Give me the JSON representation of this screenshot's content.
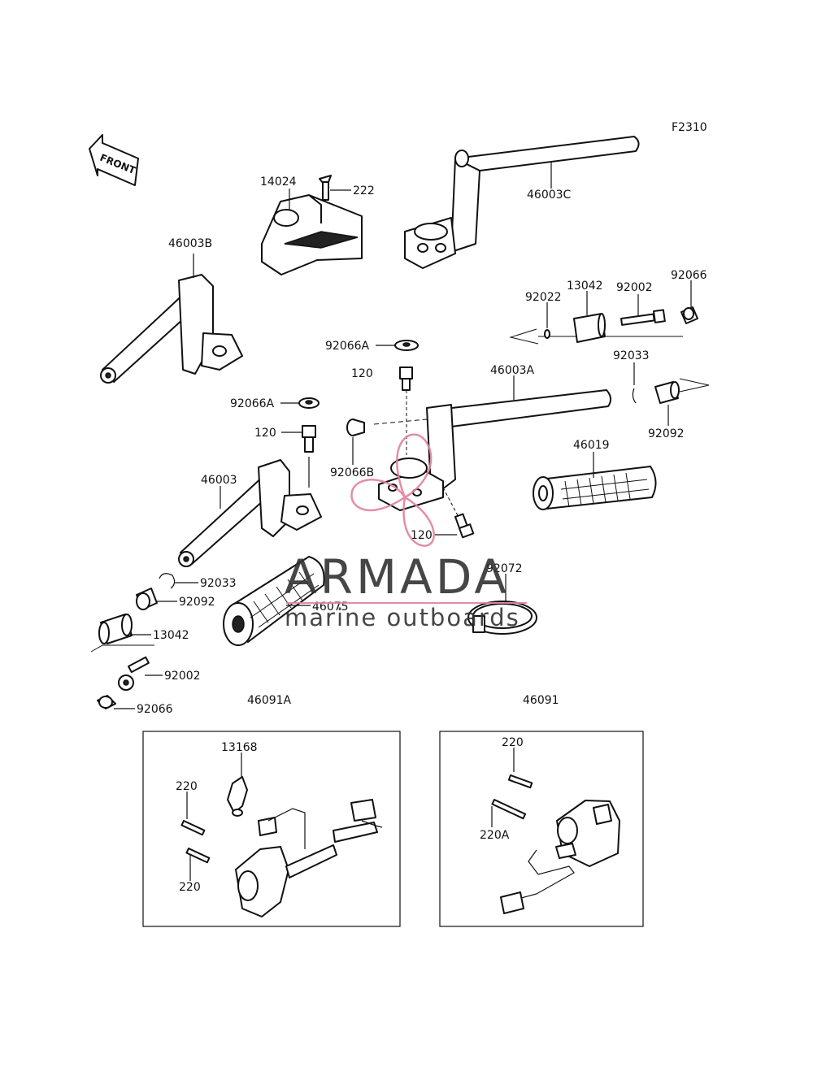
{
  "figure_code": "F2310",
  "front_label": "FRONT",
  "watermark": {
    "brand": "ARMADA",
    "tagline": "marine outboards",
    "color_brand": "#333333",
    "color_accent": "#e0829b"
  },
  "labels": {
    "p46003C": "46003C",
    "p14024": "14024",
    "p222": "222",
    "p46003B": "46003B",
    "p92022": "92022",
    "p13042_top": "13042",
    "p92002_top": "92002",
    "p92066_top": "92066",
    "p92066A_top": "92066A",
    "p120_top": "120",
    "p46003A": "46003A",
    "p92033_top": "92033",
    "p92092_top": "92092",
    "p92066A_mid": "92066A",
    "p120_mid": "120",
    "p46019": "46019",
    "p92066B": "92066B",
    "p46003": "46003",
    "p120_low": "120",
    "p92072": "92072",
    "p92033_low": "92033",
    "p92092_low": "92092",
    "p46075": "46075",
    "p13042_low": "13042",
    "p92002_low": "92002",
    "p92066_low": "92066",
    "p46091A": "46091A",
    "p46091": "46091",
    "p13168": "13168",
    "p220_a": "220",
    "p220_b": "220",
    "p220_c": "220",
    "p220A": "220A"
  }
}
